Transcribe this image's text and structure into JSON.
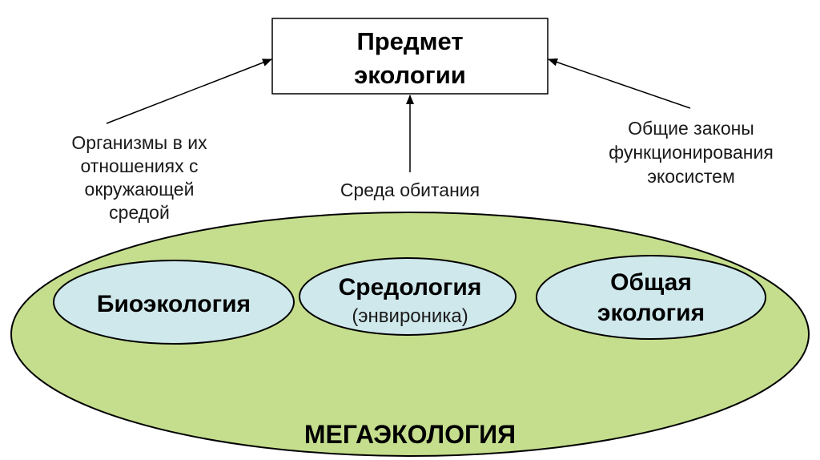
{
  "colors": {
    "outer_fill": "#c5de8d",
    "inner_fill": "#cfe8ec",
    "stroke": "#000000",
    "box_fill": "#ffffff"
  },
  "subject": {
    "line1": "Предмет",
    "line2": "экологии"
  },
  "labels": {
    "organisms": [
      "Организмы в их",
      "отношениях с",
      "окружающей",
      "средой"
    ],
    "habitat": "Среда обитания",
    "laws": [
      "Общие законы",
      "функционирования",
      "экосистем"
    ]
  },
  "ellipses": {
    "bio": "Биоэкология",
    "sred_title": "Средология",
    "sred_sub": "(энвироника)",
    "general_line1": "Общая",
    "general_line2": "экология"
  },
  "mega": "МЕГАЭКОЛОГИЯ"
}
